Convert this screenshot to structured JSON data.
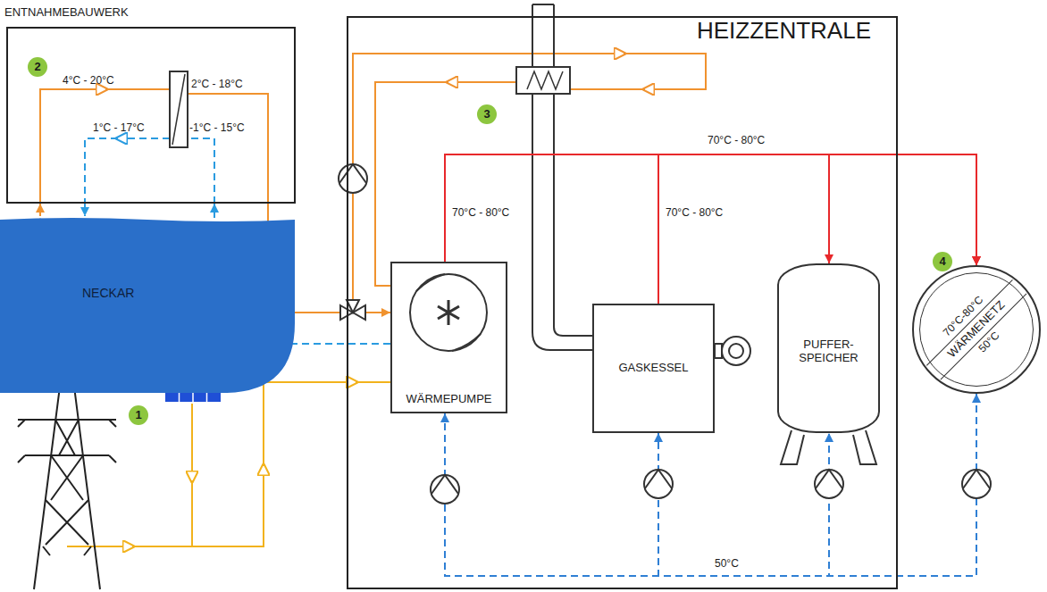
{
  "diagram": {
    "nodes": [
      {
        "text": [
          "ENTNAHMEBAUWERK"
        ]
      },
      {
        "text": [
          "NECKAR"
        ]
      },
      {
        "text": [
          "HEIZZENTRALE"
        ]
      },
      {
        "text": [
          "WÄRMEPUMPE"
        ],
        "in": 2
      },
      {
        "text": [
          "GASKESSEL"
        ],
        "in": 2
      },
      {
        "text": [
          "PUFFER- SPEICHER"
        ],
        "in": 2
      },
      {
        "text": [
          "70°C-80°C",
          "WÄRMENETZ",
          "50°C"
        ]
      }
    ],
    "edges": [
      {
        "from": 1,
        "to": 0,
        "arrow": "to"
      },
      {
        "from": 0,
        "to": 1,
        "arrow": "to"
      },
      {
        "from": 0,
        "to": 3,
        "arrow": "to"
      },
      {
        "from": 3,
        "to": 0,
        "arrow": "to"
      },
      {
        "from": 3,
        "to": 6,
        "arrow": "to"
      },
      {
        "from": 4,
        "to": 6,
        "arrow": "to"
      },
      {
        "from": 5,
        "to": 6,
        "arrow": "both"
      },
      {
        "from": 6,
        "to": 3,
        "arrow": "to"
      },
      {
        "from": 6,
        "to": 4,
        "arrow": "to"
      },
      {
        "from": 6,
        "to": 5,
        "arrow": "both"
      }
    ],
    "labels": [
      "4°C - 20°C",
      "2°C - 18°C",
      "1°C - 17°C",
      "-1°C - 15°C",
      "70°C - 80°C",
      "70°C - 80°C",
      "70°C - 80°C",
      "50°C",
      "1",
      "2",
      "3",
      "4"
    ]
  }
}
